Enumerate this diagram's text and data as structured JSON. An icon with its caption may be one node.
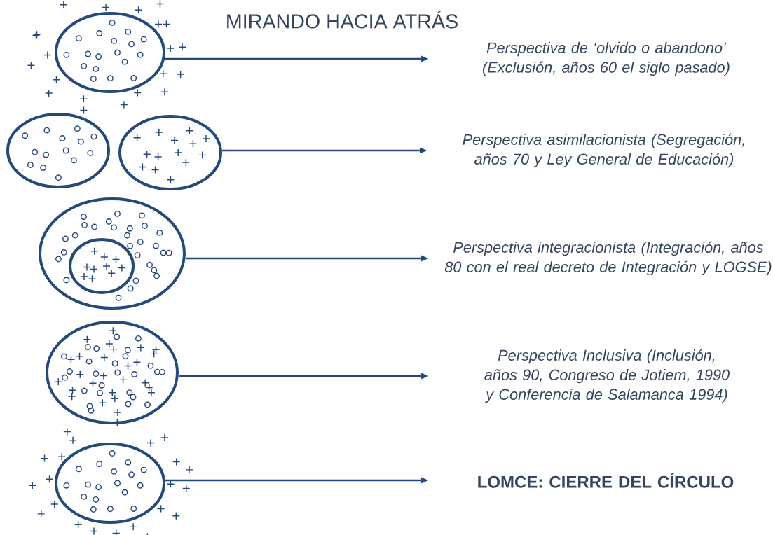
{
  "diagram": {
    "title": "MIRANDO HACIA  ATRÁS",
    "nodes": [
      {
        "text": [],
        "shape": "circle"
      },
      {
        "text": [
          "Perspectiva de ‘olvido o abandono’ (Exclusión, años 60 el siglo pasado)"
        ]
      },
      {
        "text": [],
        "shape": "circle"
      },
      {
        "text": [],
        "shape": "circle"
      },
      {
        "text": [
          "Perspectiva asimilacionista (Segregación, años 70 y Ley General de Educación)"
        ]
      },
      {
        "text": [],
        "shape": "circle"
      },
      {
        "text": [],
        "shape": "circle",
        "in": 5
      },
      {
        "text": [
          "Perspectiva integracionista (Integración, años 80 con el real decreto de Integración y LOGSE)"
        ]
      },
      {
        "text": [],
        "shape": "circle"
      },
      {
        "text": [
          "Perspectiva Inclusiva (Inclusión, años 90, Congreso de Jotiem, 1990 y Conferencia de Salamanca 1994)"
        ]
      },
      {
        "text": [],
        "shape": "circle"
      },
      {
        "text": [
          "LOMCE: CIERRE DEL CÍRCULO"
        ]
      }
    ],
    "edges": [
      {
        "from": 0,
        "to": 1,
        "arrow": "to"
      },
      {
        "from": 3,
        "to": 4,
        "arrow": "to"
      },
      {
        "from": 5,
        "to": 7,
        "arrow": "to"
      },
      {
        "from": 8,
        "to": 9,
        "arrow": "to"
      },
      {
        "from": 10,
        "to": 11,
        "arrow": "to"
      }
    ]
  }
}
